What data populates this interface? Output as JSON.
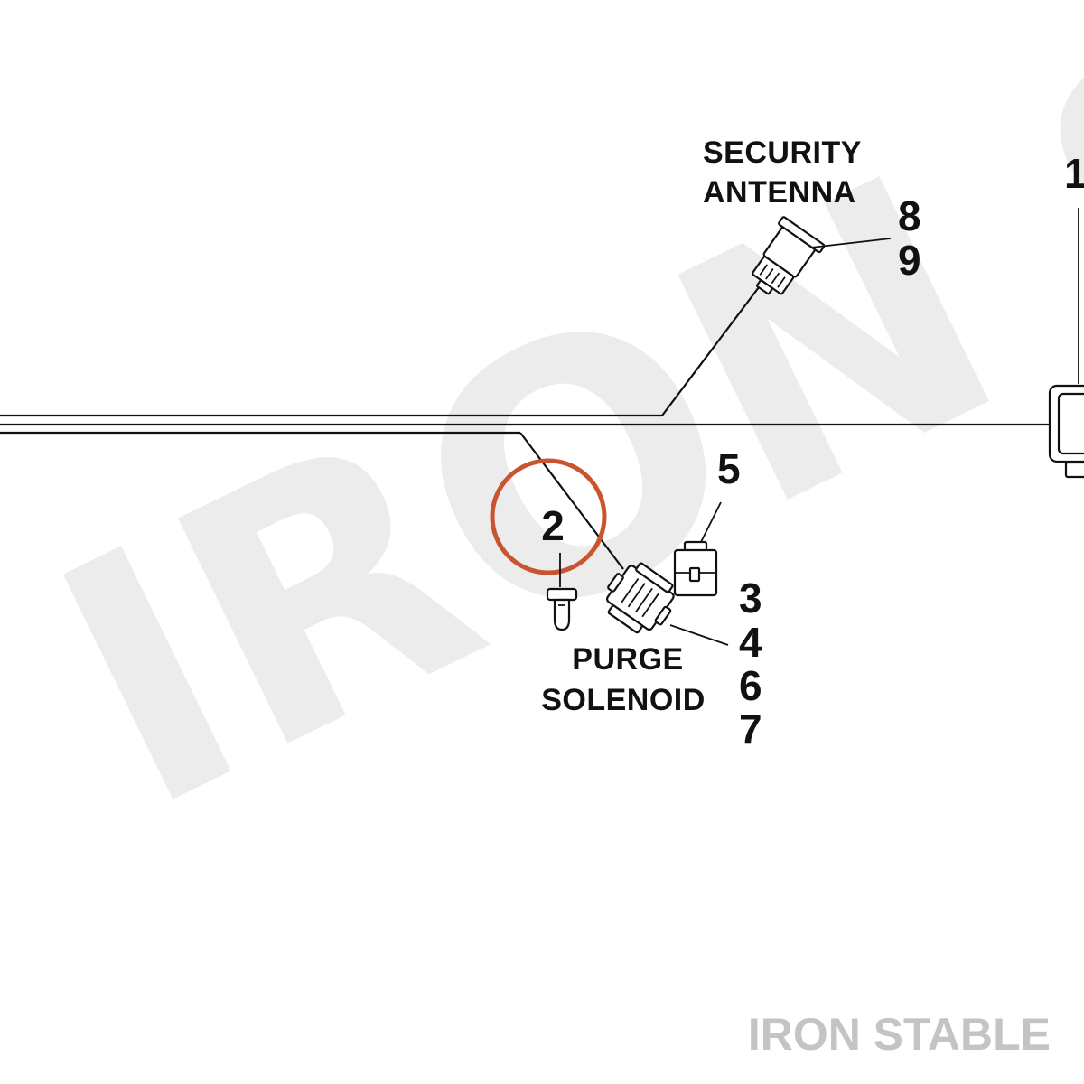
{
  "watermark": {
    "diagonal_text": "IRON STABLE",
    "brand_text": "IRON STABLE"
  },
  "labels": {
    "security_antenna_line1": "SECURITY",
    "security_antenna_line2": "ANTENNA",
    "purge_solenoid_line1": "PURGE",
    "purge_solenoid_line2": "SOLENOID"
  },
  "callouts": {
    "item_1": "1",
    "item_2": "2",
    "item_3": "3",
    "item_4": "4",
    "item_5": "5",
    "item_6": "6",
    "item_7": "7",
    "item_8": "8",
    "item_9": "9"
  },
  "highlight": {
    "item": "2",
    "color": "#c8552f"
  },
  "colors": {
    "ink": "#111111",
    "watermark": "#ececec",
    "brand": "#c4c4c4"
  }
}
